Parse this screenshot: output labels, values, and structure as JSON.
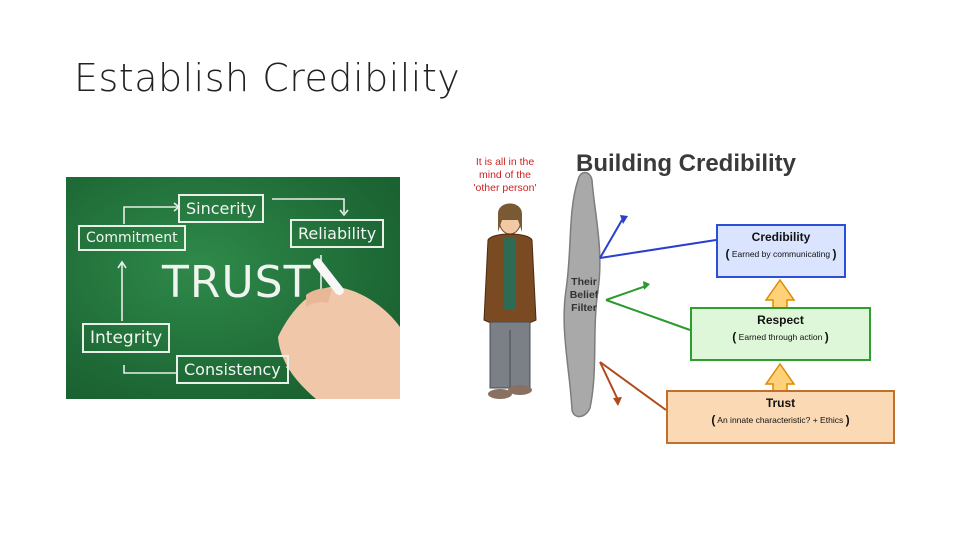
{
  "slide": {
    "title": "Establish Credibility"
  },
  "chalkboard": {
    "center_word": "TRUST",
    "boxes": {
      "sincerity": "Sincerity",
      "reliability": "Reliability",
      "commitment": "Commitment",
      "integrity": "Integrity",
      "consistency": "Consistency"
    }
  },
  "diagram": {
    "title": "Building Credibility",
    "caption_lines": [
      "It is all in the",
      "mind of the",
      "'other person'"
    ],
    "filter_lines": [
      "Their",
      "Belief",
      "Filter"
    ],
    "tiers": {
      "credibility": {
        "name": "Credibility",
        "subtitle": "Earned by communicating",
        "color": "#dbe4ff",
        "border": "#2b4fd6"
      },
      "respect": {
        "name": "Respect",
        "subtitle": "Earned through action",
        "color": "#dff7d9",
        "border": "#2f9d2f"
      },
      "trust": {
        "name": "Trust",
        "subtitle": "An innate characteristic? + Ethics",
        "color": "#fbd9b5",
        "border": "#c0702a"
      }
    },
    "colors": {
      "blue_line": "#2b3fcf",
      "green_line": "#2c9a2c",
      "brown_line": "#b04a1a",
      "up_arrow_fill": "#ffd27a",
      "up_arrow_stroke": "#e08a00"
    }
  }
}
